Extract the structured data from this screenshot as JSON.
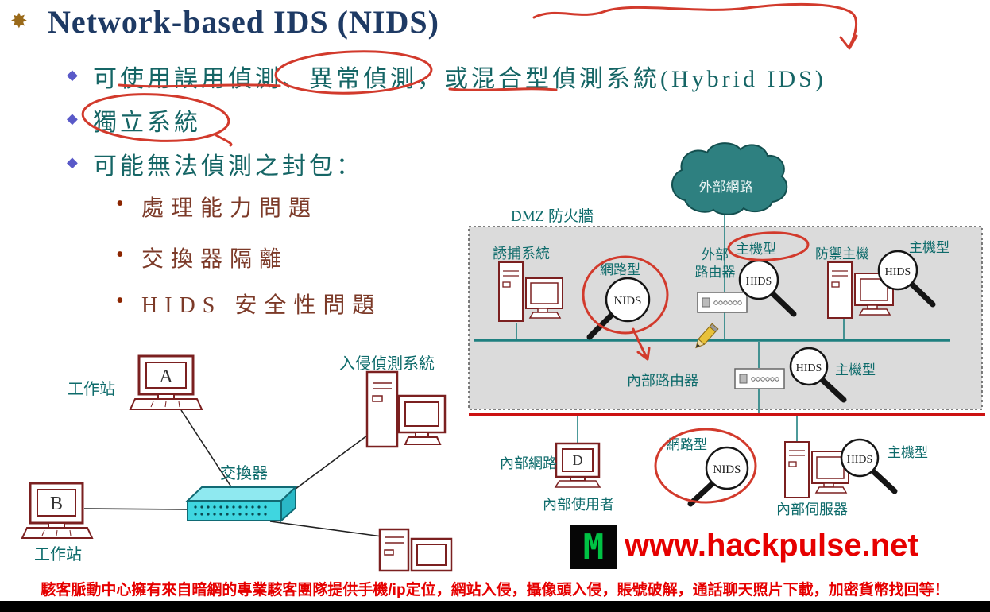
{
  "slide": {
    "title": "Network-based IDS (NIDS)",
    "bullets": [
      "可使用誤用偵測、異常偵測，或混合型偵測系統(Hybrid IDS)",
      "獨立系統",
      "可能無法偵測之封包："
    ],
    "sub_bullets": [
      "處理能力問題",
      "交換器隔離",
      "HIDS 安全性問題"
    ]
  },
  "icons": {
    "title_bullet": "✸",
    "level1_bullet": "◆",
    "level2_bullet": "•"
  },
  "left_diagram": {
    "workstation_top_label": "工作站",
    "workstation_bottom_label": "工作站",
    "ids_system_label": "入侵偵測系統",
    "switch_label": "交換器",
    "computer_a": "A",
    "computer_b": "B"
  },
  "dmz_diagram": {
    "external_network": "外部網路",
    "dmz_firewall": "DMZ 防火牆",
    "honeypot": "誘捕系統",
    "nids_top_type": "網路型",
    "nids_top": "NIDS",
    "external_router": "外部\n路由器",
    "hids_ext_type": "主機型",
    "hids_ext": "HIDS",
    "bastion_host": "防禦主機",
    "hids_bastion_type": "主機型",
    "hids_bastion": "HIDS",
    "internal_router": "內部路由器",
    "hids_mid": "HIDS",
    "hids_mid_type": "主機型",
    "internal_network": "內部網路",
    "computer_d": "D",
    "internal_user": "內部使用者",
    "nids_bottom_type": "網路型",
    "nids_bottom": "NIDS",
    "internal_server": "內部伺服器",
    "hids_bottom": "HIDS",
    "hids_bottom_type": "主機型"
  },
  "watermark": {
    "logo_letter": "M",
    "url": "www.hackpulse.net"
  },
  "footer": {
    "text": "駭客脈動中心擁有來自暗網的專業駭客團隊提供手機/ip定位，網站入侵，攝像頭入侵，賬號破解，通話聊天照片下載，加密貨幣找回等！"
  },
  "colors": {
    "title_text": "#1E3A64",
    "bullet_text": "#156565",
    "sub_bullet_text": "#7C3A28",
    "diagram_label_teal": "#0E6B6B",
    "annotation_red": "#D23A2C",
    "backbone_teal": "#1F8080",
    "internal_line_red": "#CC1212",
    "device_outline_maroon": "#7B2020",
    "switch_cyan": "#3FD6E0",
    "cloud_teal": "#2E8080",
    "watermark_red": "#E60000",
    "logo_green": "#00C244"
  }
}
